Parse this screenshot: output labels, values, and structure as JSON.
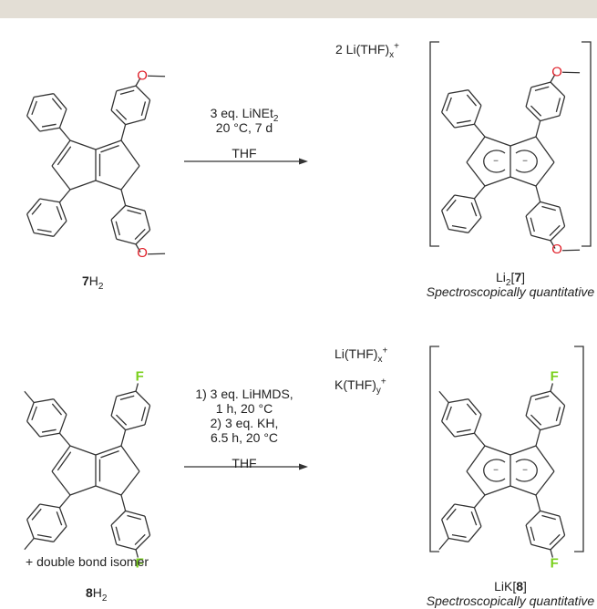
{
  "colors": {
    "oxygen": "#e0202a",
    "fluorine": "#7ad01c",
    "bond": "#333333",
    "top_bar": "#e3ded5"
  },
  "reaction1": {
    "conditions": [
      "3 eq. LiNEt",
      "2",
      "20 °C, 7 d",
      "THF"
    ],
    "counterion": {
      "coef": "2 Li(THF)",
      "sub": "x",
      "sup": "+"
    },
    "reactant_label": {
      "num": "7",
      "formula": "H",
      "sub": "2"
    },
    "product_label": {
      "pre": "Li",
      "sub": "2",
      "bracket_open": "[",
      "num": "7",
      "bracket_close": "]"
    },
    "product_note": "Spectroscopically quantitative",
    "atom_O": "O"
  },
  "reaction2": {
    "conditions": [
      "1) 3 eq. LiHMDS,",
      "1 h, 20 °C",
      "2) 3 eq. KH,",
      "6.5 h, 20 °C",
      "THF"
    ],
    "counterion_li": {
      "text": "Li(THF)",
      "sub": "x",
      "sup": "+"
    },
    "counterion_k": {
      "text": "K(THF)",
      "sub": "y",
      "sup": "+"
    },
    "isomer_note": "+ double bond isomer",
    "reactant_label": {
      "num": "8",
      "formula": "H",
      "sub": "2"
    },
    "product_label": {
      "pre": "LiK[",
      "num": "8",
      "post": "]"
    },
    "product_note": "Spectroscopically quantitative",
    "atom_F": "F"
  },
  "charge_symbol": "−"
}
